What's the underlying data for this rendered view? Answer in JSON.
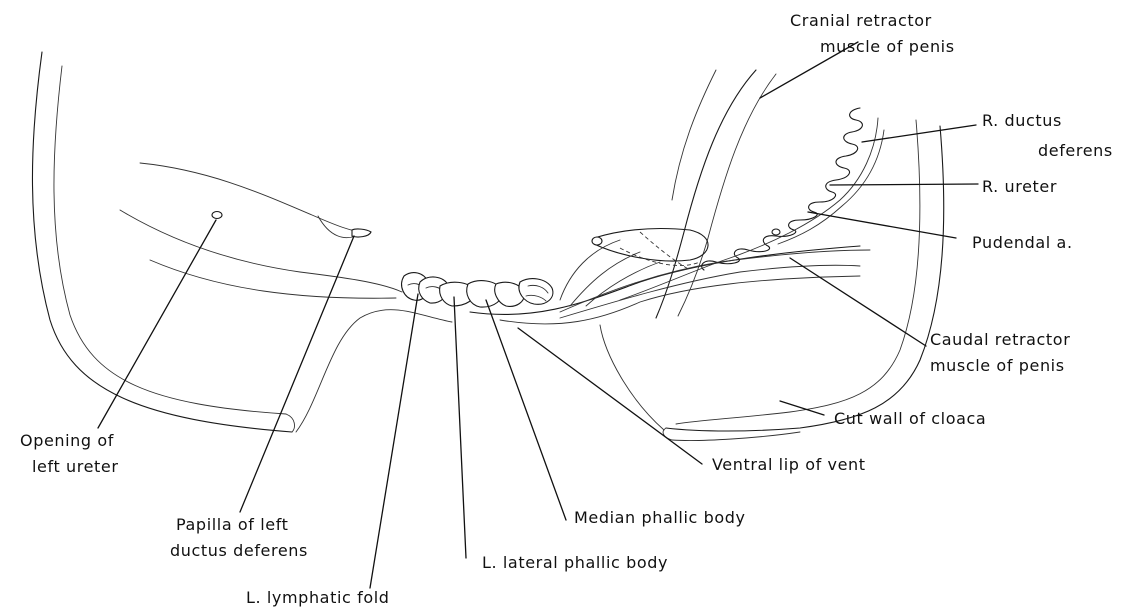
{
  "diagram": {
    "labels": {
      "cranial_retractor": [
        "Cranial retractor",
        "muscle of penis"
      ],
      "r_ductus_deferens": [
        "R. ductus",
        "deferens"
      ],
      "r_ureter": [
        "R. ureter"
      ],
      "pudendal_a": [
        "Pudendal a."
      ],
      "caudal_retractor": [
        "Caudal retractor",
        "muscle of penis"
      ],
      "cut_wall_cloaca": [
        "Cut  wall of cloaca"
      ],
      "ventral_lip": [
        "Ventral lip of vent"
      ],
      "median_phallic": [
        "Median  phallic body"
      ],
      "lateral_phallic": [
        "L. lateral phallic body"
      ],
      "lymphatic_fold": [
        "L.  lymphatic fold"
      ],
      "papilla": [
        "Papilla of left",
        "ductus deferens"
      ],
      "opening_ureter": [
        "Opening  of",
        "left ureter"
      ]
    }
  }
}
